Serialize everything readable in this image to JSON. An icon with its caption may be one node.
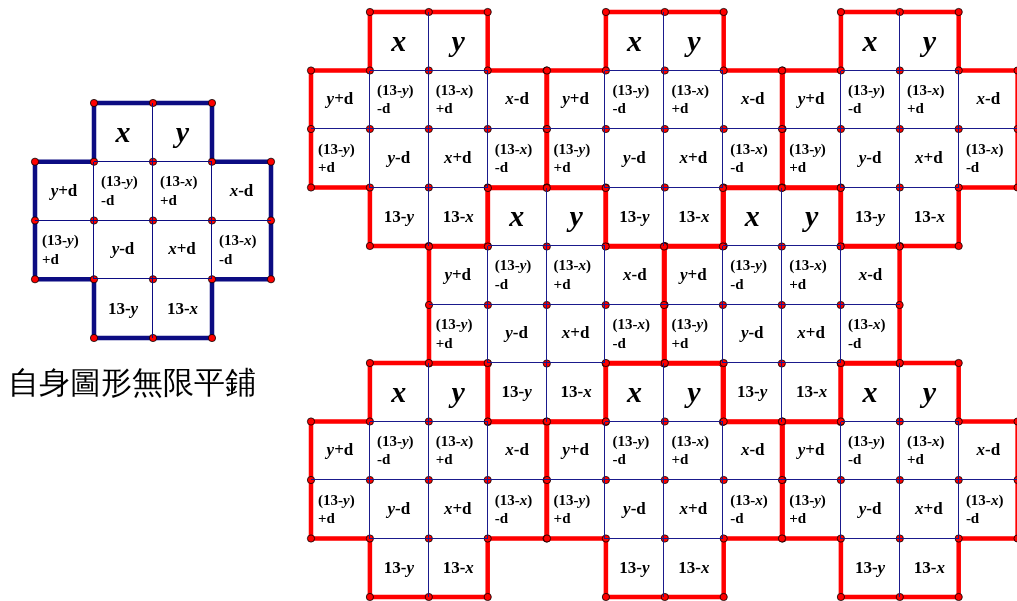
{
  "diagram": {
    "nodes": [
      {
        "text": [],
        "shape": "cross"
      },
      {
        "text": [
          "x"
        ],
        "in": 0
      },
      {
        "text": [
          "y"
        ],
        "in": 0
      },
      {
        "text": [
          "*y*+d"
        ],
        "in": 0
      },
      {
        "text": [
          "(13-*y*) -d"
        ],
        "in": 0
      },
      {
        "text": [
          "(13-*x*) +d"
        ],
        "in": 0
      },
      {
        "text": [
          "*x*-d"
        ],
        "in": 0
      },
      {
        "text": [
          "(13-*y*) +d"
        ],
        "in": 0
      },
      {
        "text": [
          "*y*-d"
        ],
        "in": 0
      },
      {
        "text": [
          "*x*+d"
        ],
        "in": 0
      },
      {
        "text": [
          "(13-*x*) -d"
        ],
        "in": 0
      },
      {
        "text": [
          "13-*y*"
        ],
        "in": 0
      },
      {
        "text": [
          "13-*x*"
        ],
        "in": 0
      },
      {
        "text": [],
        "shape": "cross"
      },
      {
        "text": [
          "x"
        ],
        "in": 13
      },
      {
        "text": [
          "y"
        ],
        "in": 13
      },
      {
        "text": [
          "*y*+d"
        ],
        "in": 13
      },
      {
        "text": [
          "(13-*y*) -d"
        ],
        "in": 13
      },
      {
        "text": [
          "(13-*x*) +d"
        ],
        "in": 13
      },
      {
        "text": [
          "*x*-d"
        ],
        "in": 13
      },
      {
        "text": [
          "(13-*y*) +d"
        ],
        "in": 13
      },
      {
        "text": [
          "*y*-d"
        ],
        "in": 13
      },
      {
        "text": [
          "*x*+d"
        ],
        "in": 13
      },
      {
        "text": [
          "(13-*x*) -d"
        ],
        "in": 13
      },
      {
        "text": [
          "13-*y*"
        ],
        "in": 13
      },
      {
        "text": [
          "13-*x*"
        ],
        "in": 13
      },
      {
        "text": [],
        "shape": "cross"
      },
      {
        "text": [
          "x"
        ],
        "in": 26
      },
      {
        "text": [
          "y"
        ],
        "in": 26
      },
      {
        "text": [
          "*y*+d"
        ],
        "in": 26
      },
      {
        "text": [
          "(13-*y*) -d"
        ],
        "in": 26
      },
      {
        "text": [
          "(13-*x*) +d"
        ],
        "in": 26
      },
      {
        "text": [
          "*x*-d"
        ],
        "in": 26
      },
      {
        "text": [
          "(13-*y*) +d"
        ],
        "in": 26
      },
      {
        "text": [
          "*y*-d"
        ],
        "in": 26
      },
      {
        "text": [
          "*x*+d"
        ],
        "in": 26
      },
      {
        "text": [
          "(13-*x*) -d"
        ],
        "in": 26
      },
      {
        "text": [
          "13-*y*"
        ],
        "in": 26
      },
      {
        "text": [
          "13-*x*"
        ],
        "in": 26
      },
      {
        "text": [],
        "shape": "cross"
      },
      {
        "text": [
          "x"
        ],
        "in": 39
      },
      {
        "text": [
          "y"
        ],
        "in": 39
      },
      {
        "text": [
          "*y*+d"
        ],
        "in": 39
      },
      {
        "text": [
          "(13-*y*) -d"
        ],
        "in": 39
      },
      {
        "text": [
          "(13-*x*) +d"
        ],
        "in": 39
      },
      {
        "text": [
          "*x*-d"
        ],
        "in": 39
      },
      {
        "text": [
          "(13-*y*) +d"
        ],
        "in": 39
      },
      {
        "text": [
          "*y*-d"
        ],
        "in": 39
      },
      {
        "text": [
          "*x*+d"
        ],
        "in": 39
      },
      {
        "text": [
          "(13-*x*) -d"
        ],
        "in": 39
      },
      {
        "text": [
          "13-*y*"
        ],
        "in": 39
      },
      {
        "text": [
          "13-*x*"
        ],
        "in": 39
      },
      {
        "text": [],
        "shape": "cross"
      },
      {
        "text": [
          "x"
        ],
        "in": 52
      },
      {
        "text": [
          "y"
        ],
        "in": 52
      },
      {
        "text": [
          "*y*+d"
        ],
        "in": 52
      },
      {
        "text": [
          "(13-*y*) -d"
        ],
        "in": 52
      },
      {
        "text": [
          "(13-*x*) +d"
        ],
        "in": 52
      },
      {
        "text": [
          "*x*-d"
        ],
        "in": 52
      },
      {
        "text": [
          "(13-*y*) +d"
        ],
        "in": 52
      },
      {
        "text": [
          "*y*-d"
        ],
        "in": 52
      },
      {
        "text": [
          "*x*+d"
        ],
        "in": 52
      },
      {
        "text": [
          "(13-*x*) -d"
        ],
        "in": 52
      },
      {
        "text": [
          "13-*y*"
        ],
        "in": 52
      },
      {
        "text": [
          "13-*x*"
        ],
        "in": 52
      },
      {
        "text": [],
        "shape": "cross"
      },
      {
        "text": [
          "x"
        ],
        "in": 65
      },
      {
        "text": [
          "y"
        ],
        "in": 65
      },
      {
        "text": [
          "*y*+d"
        ],
        "in": 65
      },
      {
        "text": [
          "(13-*y*) -d"
        ],
        "in": 65
      },
      {
        "text": [
          "(13-*x*) +d"
        ],
        "in": 65
      },
      {
        "text": [
          "*x*-d"
        ],
        "in": 65
      },
      {
        "text": [
          "(13-*y*) +d"
        ],
        "in": 65
      },
      {
        "text": [
          "*y*-d"
        ],
        "in": 65
      },
      {
        "text": [
          "*x*+d"
        ],
        "in": 65
      },
      {
        "text": [
          "(13-*x*) -d"
        ],
        "in": 65
      },
      {
        "text": [
          "13-*y*"
        ],
        "in": 65
      },
      {
        "text": [
          "13-*x*"
        ],
        "in": 65
      },
      {
        "text": [],
        "shape": "cross"
      },
      {
        "text": [
          "x"
        ],
        "in": 78
      },
      {
        "text": [
          "y"
        ],
        "in": 78
      },
      {
        "text": [
          "*y*+d"
        ],
        "in": 78
      },
      {
        "text": [
          "(13-*y*) -d"
        ],
        "in": 78
      },
      {
        "text": [
          "(13-*x*) +d"
        ],
        "in": 78
      },
      {
        "text": [
          "*x*-d"
        ],
        "in": 78
      },
      {
        "text": [
          "(13-*y*) +d"
        ],
        "in": 78
      },
      {
        "text": [
          "*y*-d"
        ],
        "in": 78
      },
      {
        "text": [
          "*x*+d"
        ],
        "in": 78
      },
      {
        "text": [
          "(13-*x*) -d"
        ],
        "in": 78
      },
      {
        "text": [
          "13-*y*"
        ],
        "in": 78
      },
      {
        "text": [
          "13-*x*"
        ],
        "in": 78
      },
      {
        "text": [],
        "shape": "cross"
      },
      {
        "text": [
          "x"
        ],
        "in": 91
      },
      {
        "text": [
          "y"
        ],
        "in": 91
      },
      {
        "text": [
          "*y*+d"
        ],
        "in": 91
      },
      {
        "text": [
          "(13-*y*) -d"
        ],
        "in": 91
      },
      {
        "text": [
          "(13-*x*) +d"
        ],
        "in": 91
      },
      {
        "text": [
          "*x*-d"
        ],
        "in": 91
      },
      {
        "text": [
          "(13-*y*) +d"
        ],
        "in": 91
      },
      {
        "text": [
          "*y*-d"
        ],
        "in": 91
      },
      {
        "text": [
          "*x*+d"
        ],
        "in": 91
      },
      {
        "text": [
          "(13-*x*) -d"
        ],
        "in": 91
      },
      {
        "text": [
          "13-*y*"
        ],
        "in": 91
      },
      {
        "text": [
          "13-*x*"
        ],
        "in": 91
      },
      {
        "text": [],
        "shape": "cross"
      },
      {
        "text": [
          "x"
        ],
        "in": 104
      },
      {
        "text": [
          "y"
        ],
        "in": 104
      },
      {
        "text": [
          "*y*+d"
        ],
        "in": 104
      },
      {
        "text": [
          "(13-*y*) -d"
        ],
        "in": 104
      },
      {
        "text": [
          "(13-*x*) +d"
        ],
        "in": 104
      },
      {
        "text": [
          "*x*-d"
        ],
        "in": 104
      },
      {
        "text": [
          "(13-*y*) +d"
        ],
        "in": 104
      },
      {
        "text": [
          "*y*-d"
        ],
        "in": 104
      },
      {
        "text": [
          "*x*+d"
        ],
        "in": 104
      },
      {
        "text": [
          "(13-*x*) -d"
        ],
        "in": 104
      },
      {
        "text": [
          "13-*y*"
        ],
        "in": 104
      },
      {
        "text": [
          "13-*x*"
        ],
        "in": 104
      }
    ],
    "labels": [
      "自身圖形無限平鋪"
    ]
  }
}
